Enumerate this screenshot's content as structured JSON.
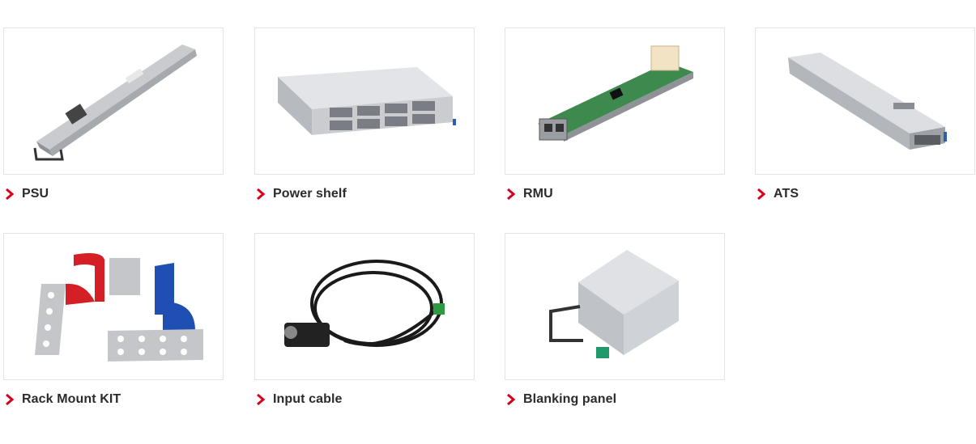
{
  "accent_color": "#d6001c",
  "chevron_icon": "chevron-right-icon",
  "products": [
    {
      "label": "PSU",
      "icon": "psu-image"
    },
    {
      "label": "Power shelf",
      "icon": "power-shelf-image"
    },
    {
      "label": "RMU",
      "icon": "rmu-image"
    },
    {
      "label": "ATS",
      "icon": "ats-image"
    },
    {
      "label": "Rack Mount KIT",
      "icon": "rack-mount-kit-image"
    },
    {
      "label": "Input cable",
      "icon": "input-cable-image"
    },
    {
      "label": "Blanking panel",
      "icon": "blanking-panel-image"
    }
  ]
}
